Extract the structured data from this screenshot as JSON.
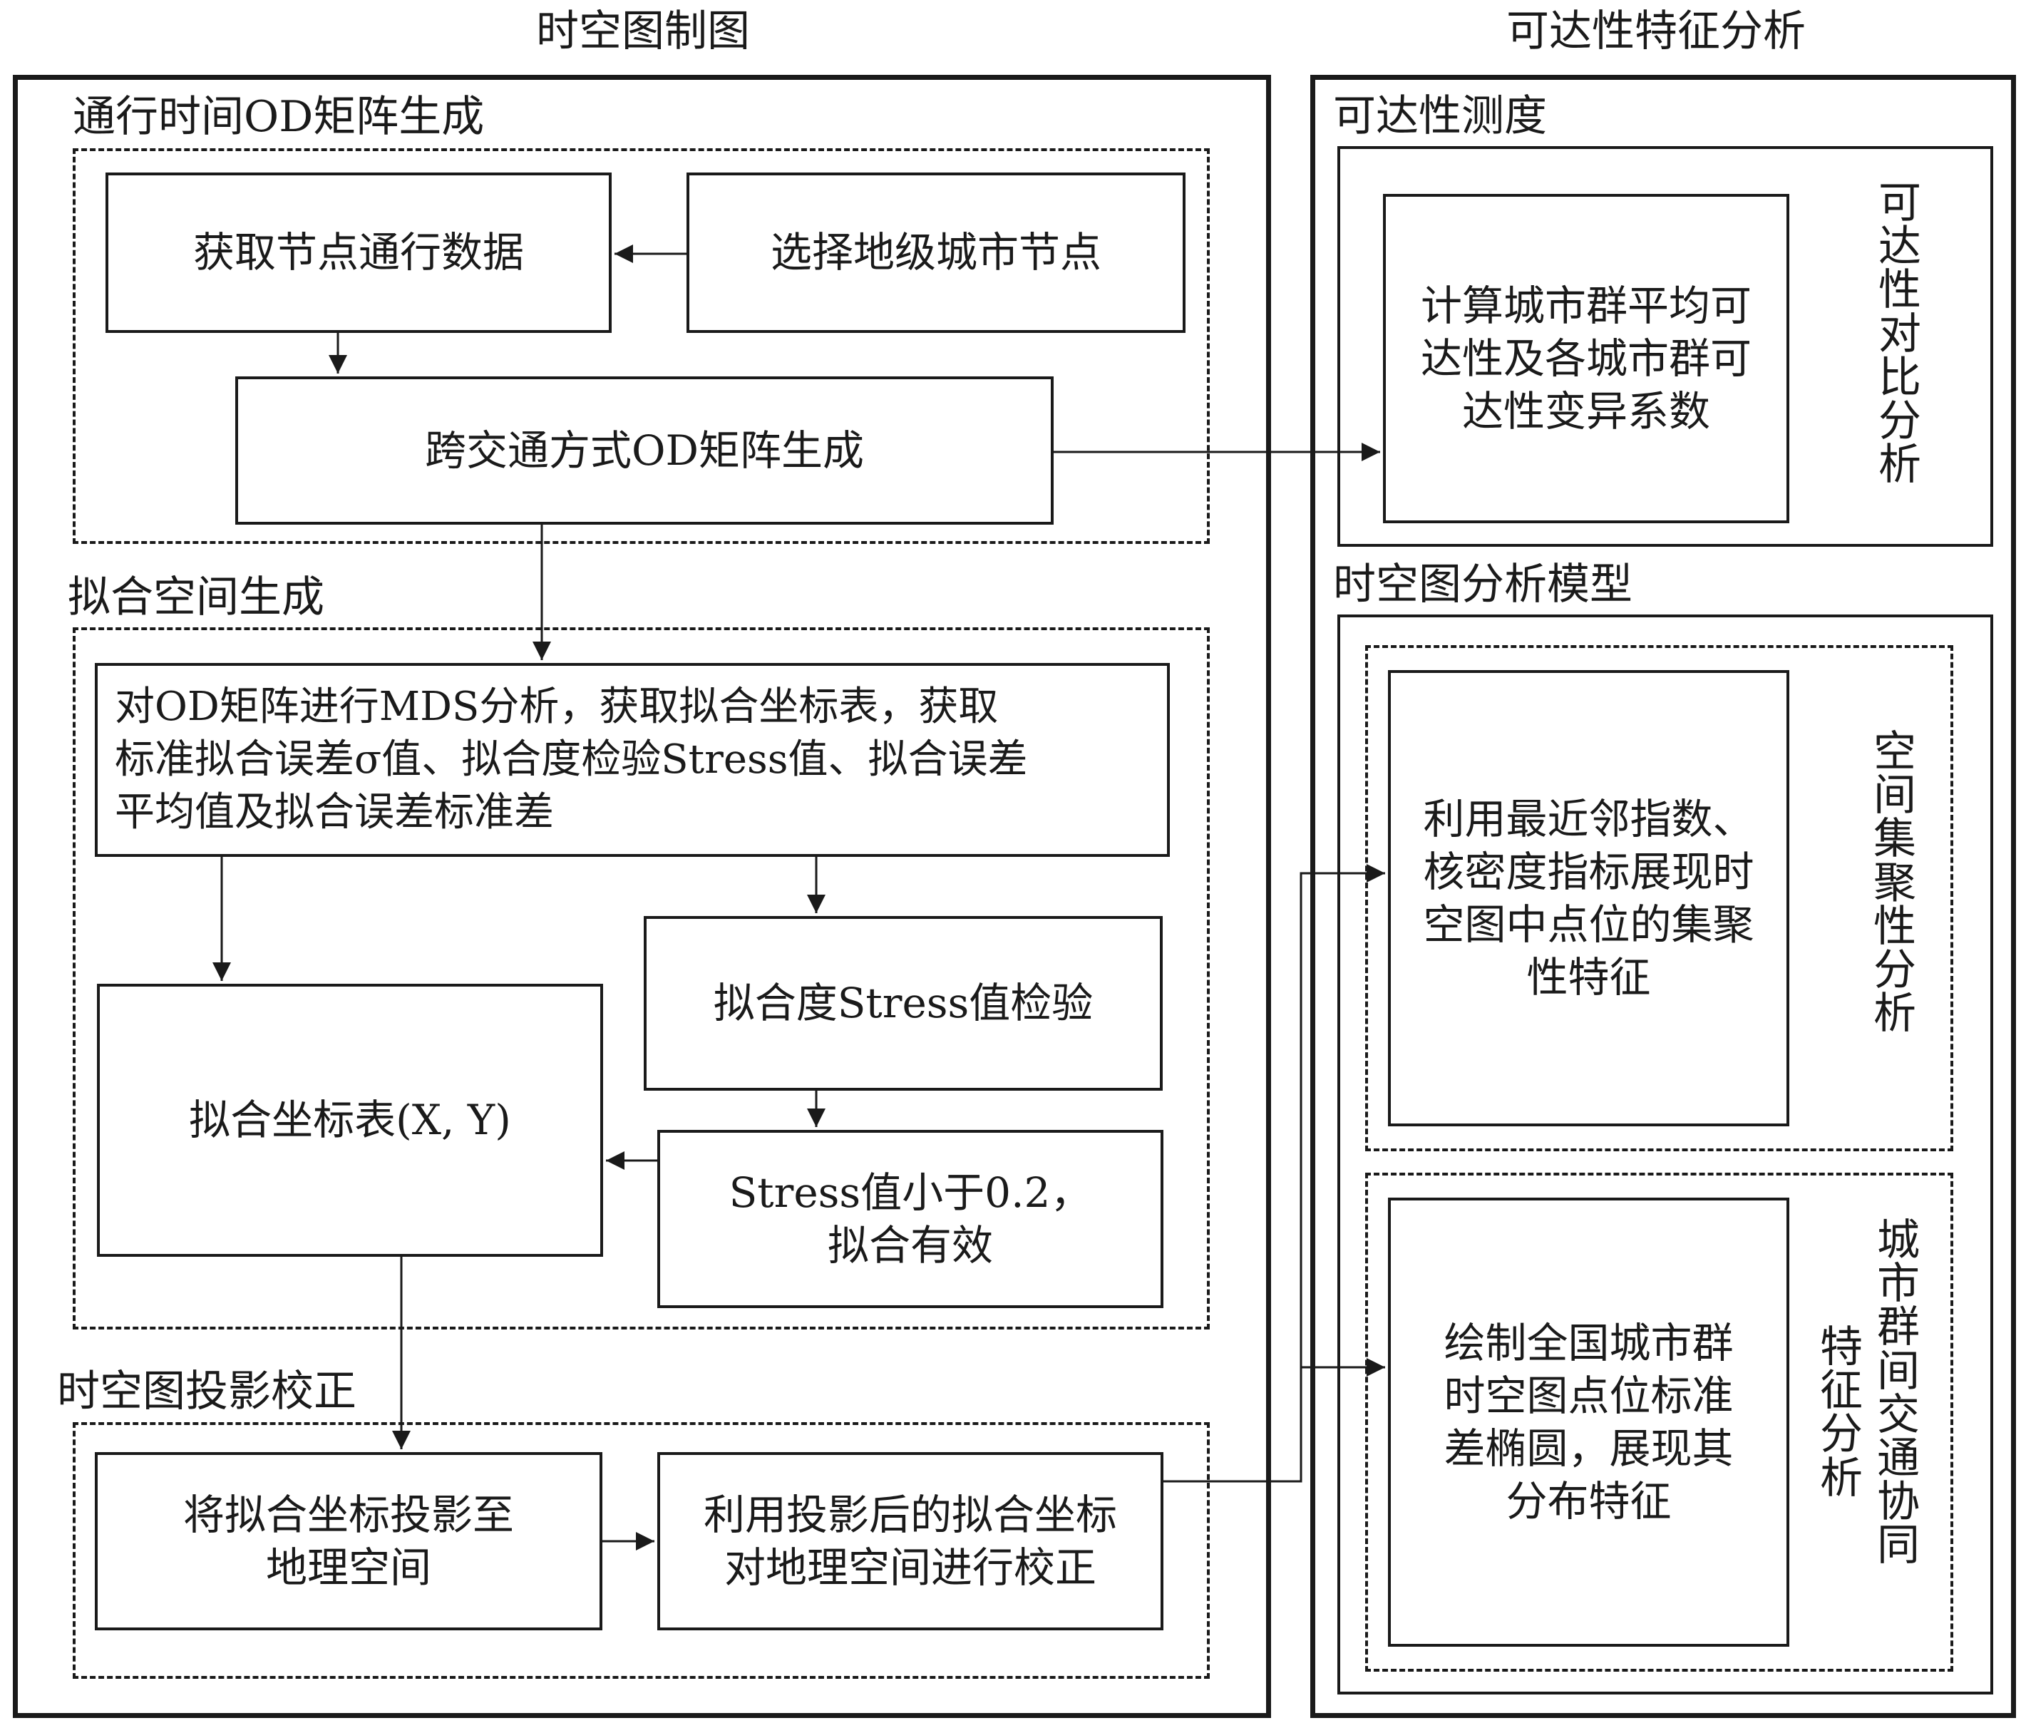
{
  "headings": {
    "left": "时空图制图",
    "right": "可达性特征分析"
  },
  "sections": {
    "od_matrix": "通行时间OD矩阵生成",
    "fit_space": "拟合空间生成",
    "projection": "时空图投影校正",
    "accessibility_measure": "可达性测度",
    "analysis_model": "时空图分析模型"
  },
  "nodes": {
    "get_node_data": "获取节点通行数据",
    "select_city_nodes": "选择地级城市节点",
    "od_generation": "跨交通方式OD矩阵生成",
    "mds_analysis": "对OD矩阵进行MDS分析，获取拟合坐标表，获取\n标准拟合误差σ值、拟合度检验Stress值、拟合误差\n平均值及拟合误差标准差",
    "stress_check": "拟合度Stress值检验",
    "fit_coords": "拟合坐标表(X, Y)",
    "stress_valid": "Stress值小于0.2，\n拟合有效",
    "project_coords": "将拟合坐标投影至\n地理空间",
    "correct_space": "利用投影后的拟合坐标\n对地理空间进行校正",
    "calc_accessibility": "计算城市群平均可\n达性及各城市群可\n达性变异系数",
    "nearest_neighbor": "利用最近邻指数、\n核密度指标展现时\n空图中点位的集聚\n性特征",
    "std_ellipse": "绘制全国城市群\n时空图点位标准\n差椭圆，展现其\n分布特征"
  },
  "side_labels": {
    "accessibility_compare": "可\n达\n性\n对\n比\n分\n析",
    "spatial_agglomeration": "空\n间\n集\n聚\n性\n分\n析",
    "intercity_coord_left": "特\n征\n分\n析",
    "intercity_coord_right": "城\n市\n群\n间\n交\n通\n协\n同"
  }
}
